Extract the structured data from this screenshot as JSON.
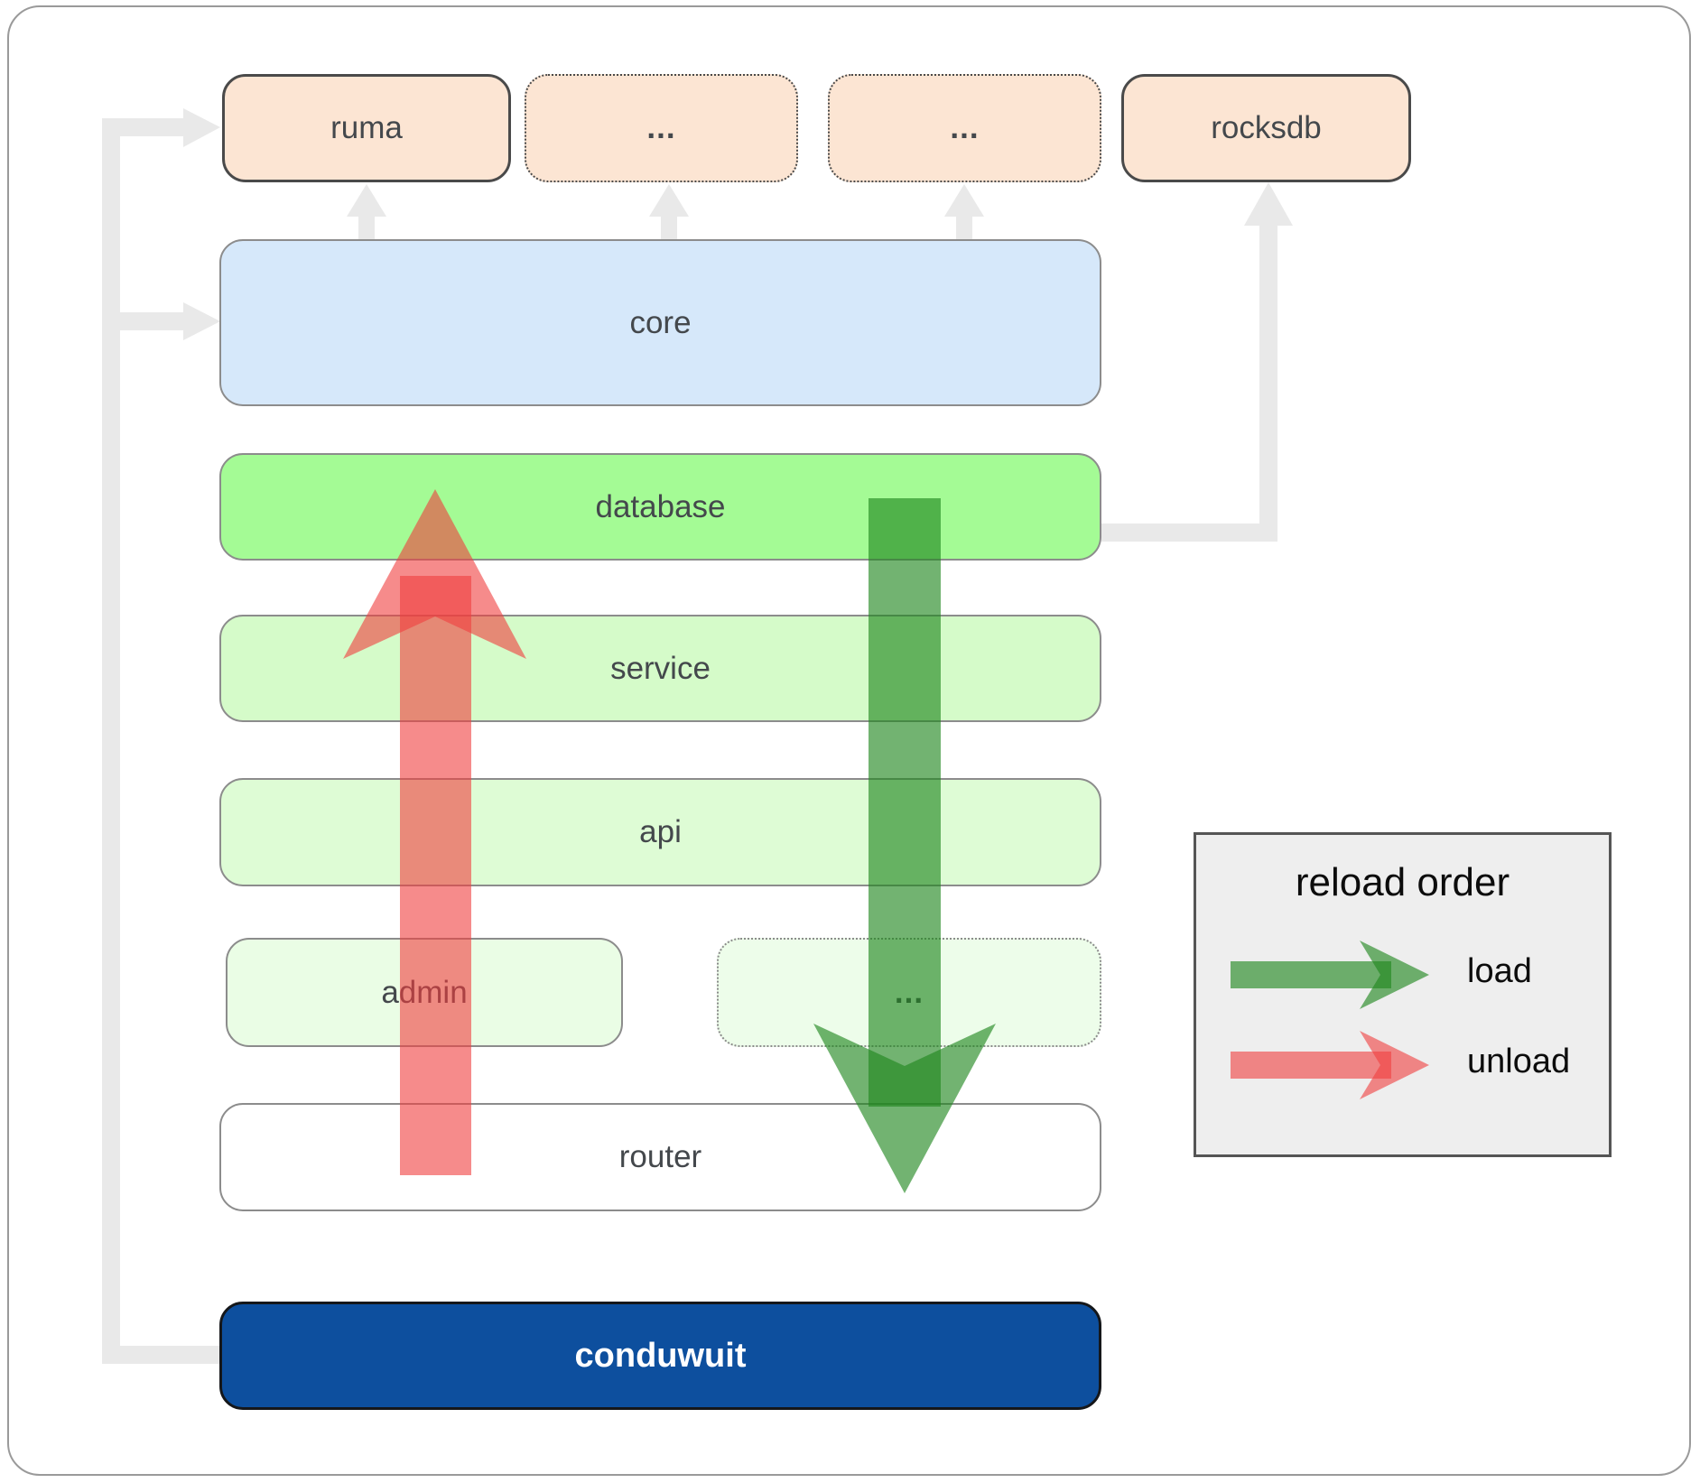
{
  "diagram": {
    "top_row": [
      {
        "id": "ruma",
        "label": "ruma"
      },
      {
        "id": "ellipsis-1",
        "label": "..."
      },
      {
        "id": "ellipsis-2",
        "label": "..."
      },
      {
        "id": "rocksdb",
        "label": "rocksdb"
      }
    ],
    "layers": [
      {
        "id": "core",
        "label": "core"
      },
      {
        "id": "database",
        "label": "database"
      },
      {
        "id": "service",
        "label": "service"
      },
      {
        "id": "api",
        "label": "api"
      }
    ],
    "admin_row": [
      {
        "id": "admin",
        "label": "admin"
      },
      {
        "id": "ellipsis-3",
        "label": "..."
      }
    ],
    "router": {
      "label": "router"
    },
    "app": {
      "label": "conduwuit"
    }
  },
  "legend": {
    "title": "reload order",
    "items": [
      {
        "label": "load",
        "color": "#228720"
      },
      {
        "label": "unload",
        "color": "#f03e3e"
      }
    ]
  },
  "colors": {
    "peach_box": "#fce5d3",
    "core_box": "#d6e8fa",
    "database_box": "#a4fb95",
    "service_box": "#d5fbc9",
    "api_box": "#defcd5",
    "admin_box": "#eafde5",
    "router_box": "#ffffff",
    "conduwuit_box": "#0d4f9e",
    "connector_gray": "#e9e9e9",
    "load_arrow_green": "rgba(32,135,30,0.63)",
    "unload_arrow_red": "rgba(240,62,62,0.60)",
    "label_text": "#44484c",
    "legend_bg": "#eeeeee"
  }
}
